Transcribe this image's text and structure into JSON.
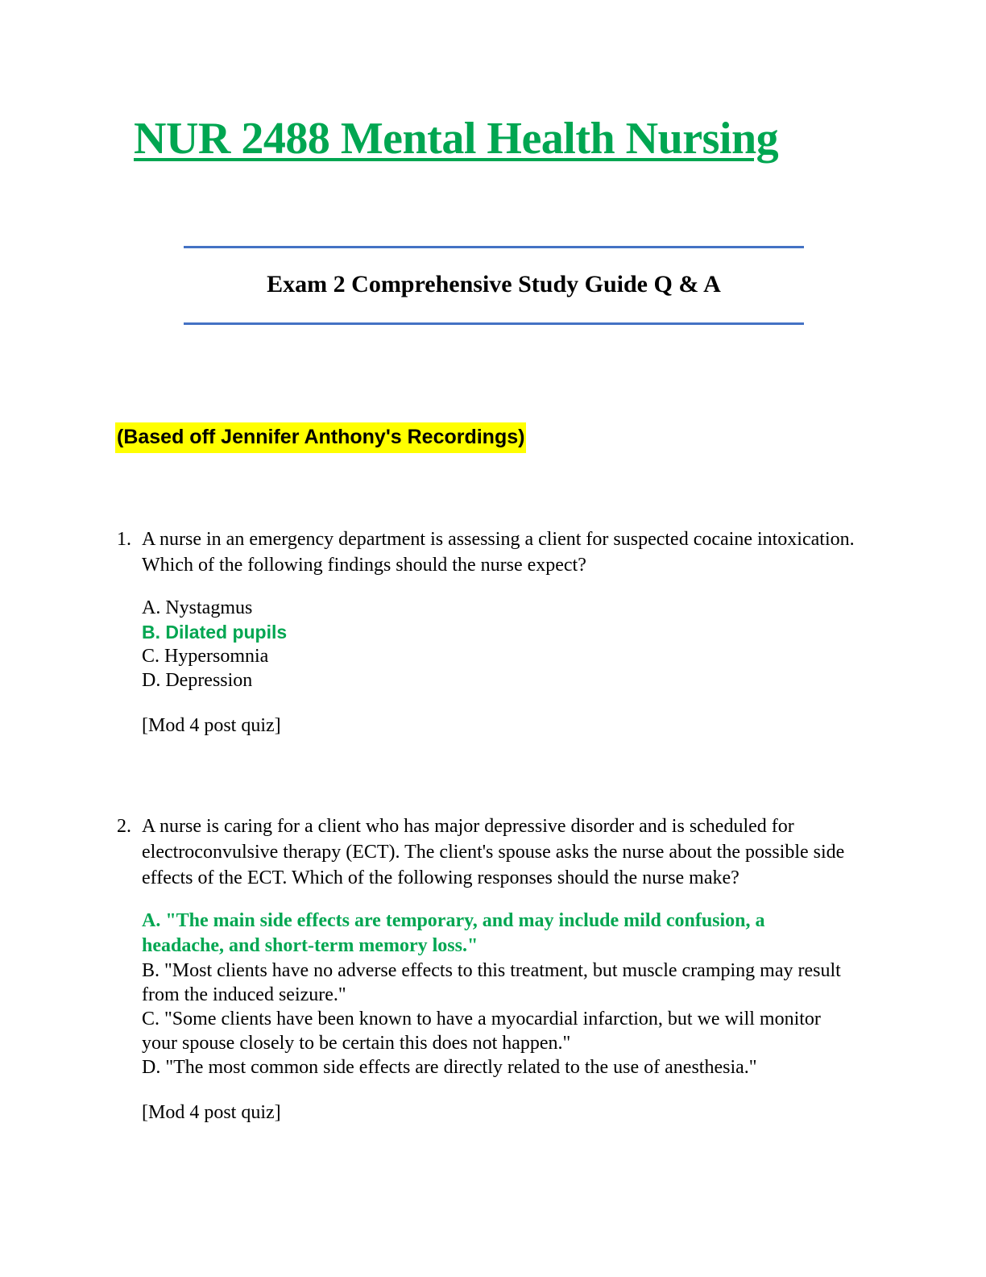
{
  "document": {
    "title": "NUR 2488 Mental Health Nursing",
    "subtitle": "Exam 2 Comprehensive Study Guide Q & A",
    "note": "(Based off Jennifer Anthony's Recordings)"
  },
  "colors": {
    "title_green": "#00A651",
    "answer_green": "#00A651",
    "rule_blue": "#4472C4",
    "highlight_yellow": "#FFFF00",
    "body_black": "#000000"
  },
  "questions": [
    {
      "number": "1.",
      "stem": "A nurse in an emergency department is assessing a client for suspected cocaine intoxication. Which of the following findings should the nurse expect?",
      "options": [
        {
          "label": "A. Nystagmus",
          "correct": false
        },
        {
          "label": "B. Dilated pupils",
          "correct": true
        },
        {
          "label": "C. Hypersomnia",
          "correct": false
        },
        {
          "label": "D. Depression",
          "correct": false
        }
      ],
      "source": "[Mod 4 post quiz]"
    },
    {
      "number": "2.",
      "stem": "A nurse is caring for a client who has major depressive disorder and is scheduled for electroconvulsive therapy (ECT). The client's spouse asks the nurse about the possible side effects of the ECT. Which of the following responses should the nurse make?",
      "options": [
        {
          "label": "A. \"The main side effects are temporary, and may include mild confusion, a headache, and short-term memory loss.\"",
          "correct": true
        },
        {
          "label": "B. \"Most clients have no adverse effects to this treatment, but muscle cramping may result from the induced seizure.\"",
          "correct": false
        },
        {
          "label": "C. \"Some clients have been known to have a myocardial infarction, but we will monitor your spouse closely to be certain this does not happen.\"",
          "correct": false
        },
        {
          "label": "D. \"The most common side effects are directly related to the use of anesthesia.\"",
          "correct": false
        }
      ],
      "source": "[Mod 4 post quiz]"
    }
  ]
}
